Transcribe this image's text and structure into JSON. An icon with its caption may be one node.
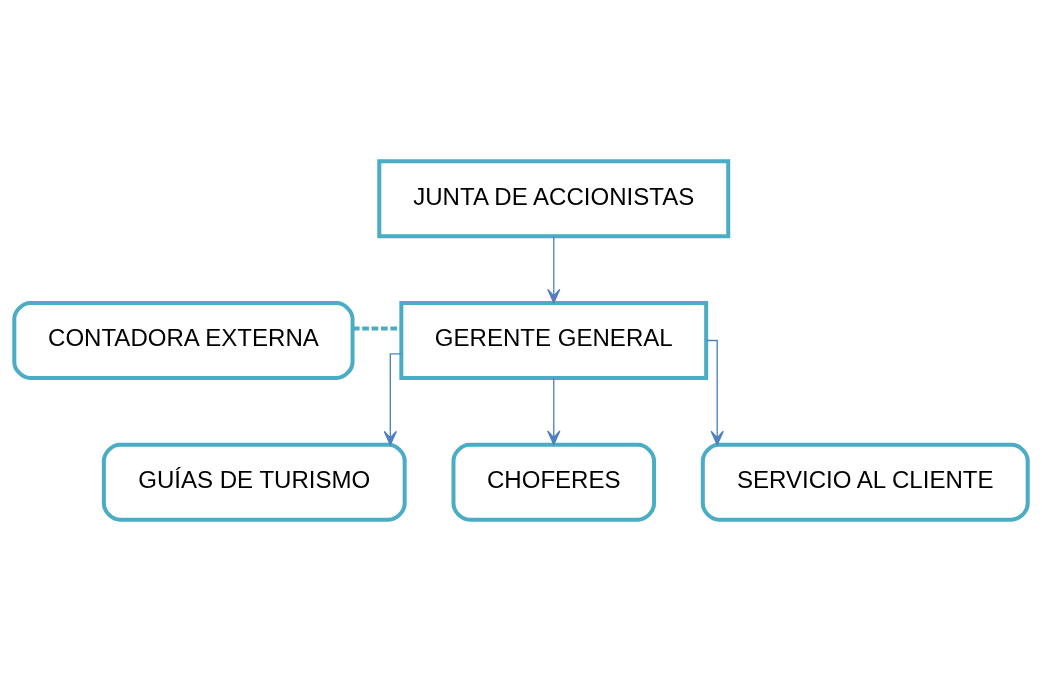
{
  "diagram": {
    "nodes": [
      {
        "text": [
          "JUNTA DE ACCIONISTAS"
        ]
      },
      {
        "text": [
          "GERENTE GENERAL"
        ]
      },
      {
        "text": [
          "CONTADORA EXTERNA"
        ]
      },
      {
        "text": [
          "GUÍAS DE TURISMO"
        ]
      },
      {
        "text": [
          "CHOFERES"
        ]
      },
      {
        "text": [
          "SERVICIO AL CLIENTE"
        ]
      }
    ],
    "edges": [
      {
        "from": 0,
        "to": 1,
        "arrow": "to"
      },
      {
        "from": 2,
        "to": 1,
        "arrow": "none",
        "style": "dashed",
        "color": "#4bacc6"
      },
      {
        "from": 1,
        "to": 3,
        "arrow": "to"
      },
      {
        "from": 1,
        "to": 4,
        "arrow": "to"
      },
      {
        "from": 1,
        "to": 5,
        "arrow": "to"
      }
    ]
  }
}
